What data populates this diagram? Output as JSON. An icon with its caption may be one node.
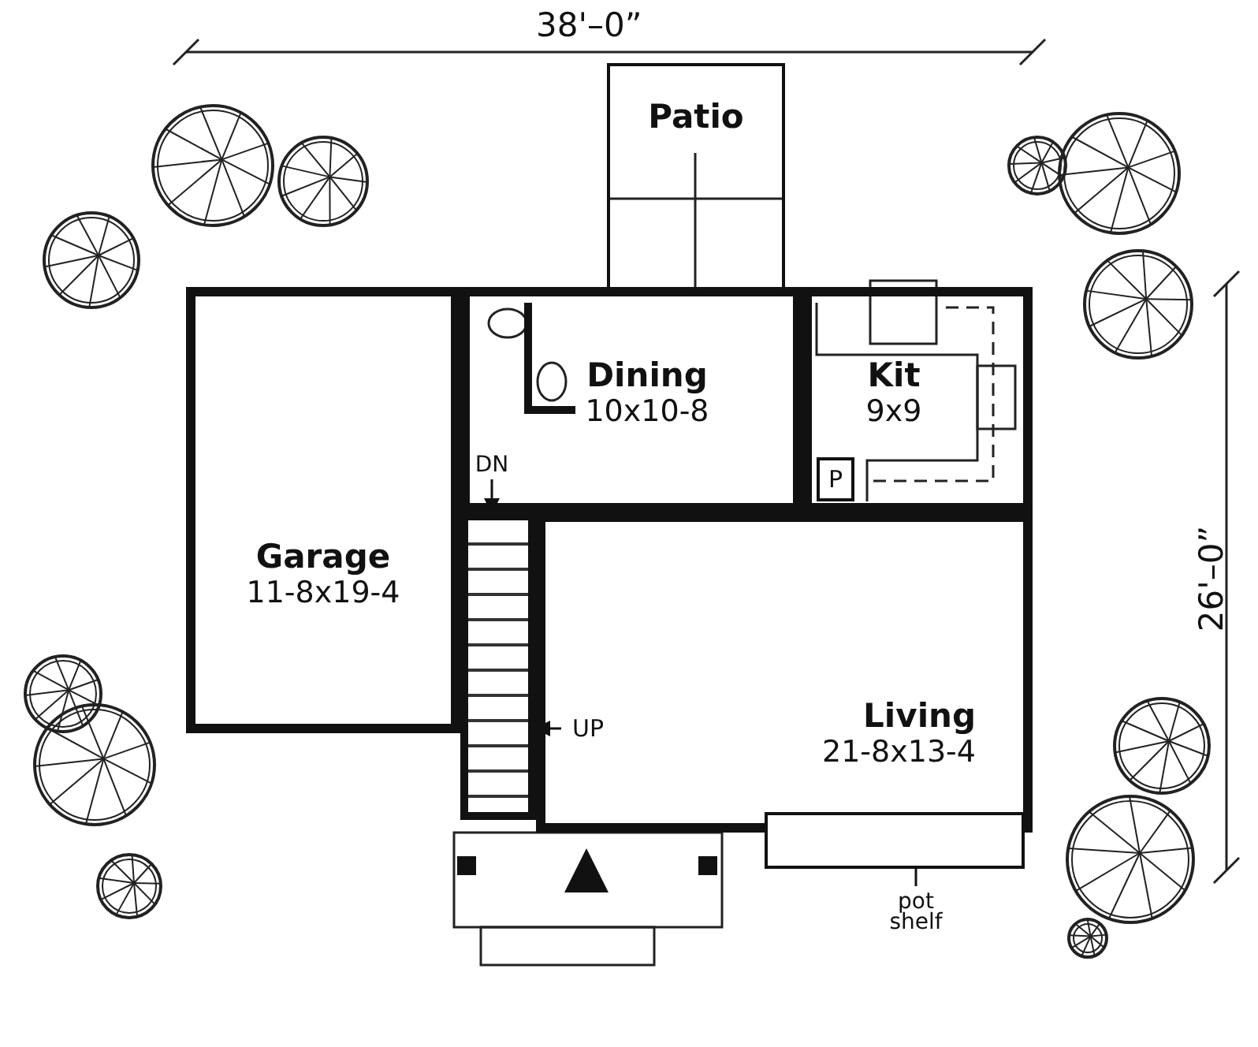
{
  "diagram": {
    "nodes": [
      {
        "text": [
          "Patio"
        ]
      },
      {
        "text": [
          "Garage",
          "11-8x19-4"
        ]
      },
      {
        "text": [
          "Dining",
          "10x10-8"
        ]
      },
      {
        "text": [
          "Kit",
          "9x9"
        ]
      },
      {
        "text": [
          "Living",
          "21-8x13-4"
        ]
      },
      {
        "text": [
          "P"
        ],
        "in": 3
      },
      {
        "text": [],
        "shape": "box"
      },
      {
        "text": [
          "DN"
        ],
        "in": 2
      },
      {
        "text": [
          "UP"
        ],
        "in": 4
      },
      {
        "text": [
          "pot shelf"
        ]
      },
      {
        "text": [],
        "shape": "box"
      }
    ],
    "edges": [
      {
        "from": 7,
        "to": 6,
        "arrow": "to"
      },
      {
        "from": 8,
        "to": 6,
        "arrow": "to"
      },
      {
        "from": 9,
        "to": 10,
        "arrow": "none"
      }
    ],
    "labels": [
      "38'–0”",
      "26'–0”"
    ]
  }
}
